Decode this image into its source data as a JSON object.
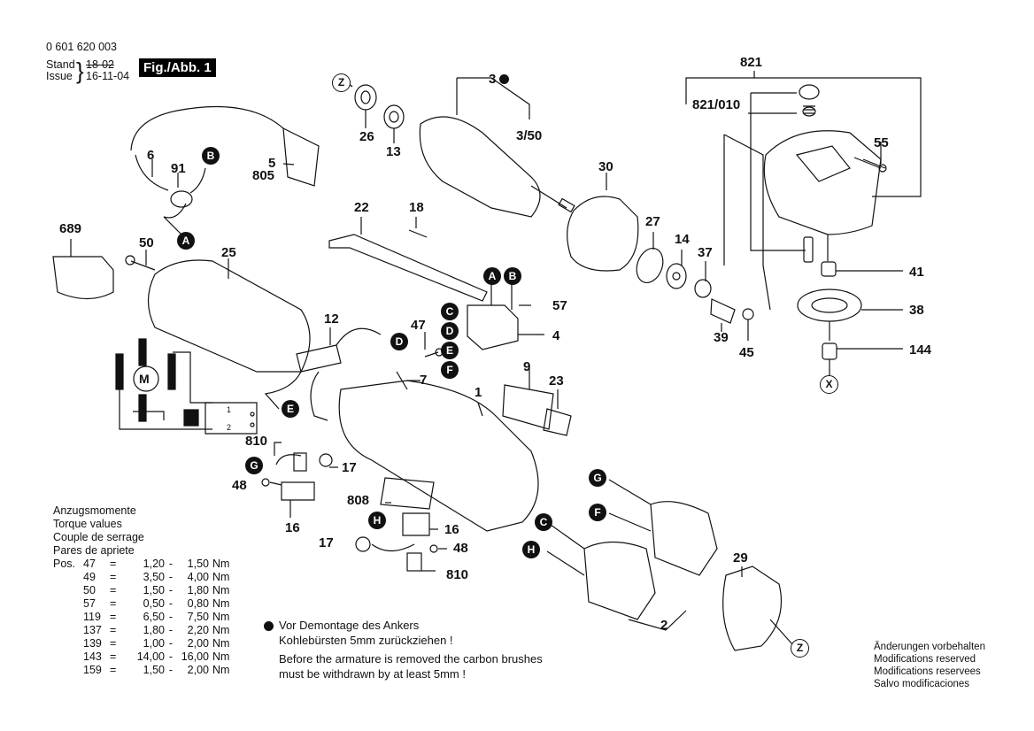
{
  "header": {
    "part_number": "0 601 620 003",
    "stand_label": "Stand",
    "issue_label": "Issue",
    "stand_value_struck": "18-02",
    "issue_value": "16-11-04",
    "figure_badge": "Fig./Abb. 1"
  },
  "part_labels": {
    "p821": "821",
    "p821_010": "821/010",
    "p55": "55",
    "p3": "3",
    "p3_50": "3/50",
    "p26": "26",
    "p13": "13",
    "p30": "30",
    "p27": "27",
    "p14": "14",
    "p37": "37",
    "p39": "39",
    "p45": "45",
    "p41": "41",
    "p38": "38",
    "p144": "144",
    "p6": "6",
    "p91": "91",
    "p5": "5",
    "p805": "805",
    "p689": "689",
    "p50": "50",
    "p25": "25",
    "p22": "22",
    "p18": "18",
    "p57": "57",
    "p4": "4",
    "p12": "12",
    "p47": "47",
    "p7": "7",
    "p9": "9",
    "p23": "23",
    "p1": "1",
    "p810a": "810",
    "p17a": "17",
    "p48a": "48",
    "p16a": "16",
    "p808": "808",
    "p17b": "17",
    "p16b": "16",
    "p48b": "48",
    "p810b": "810",
    "p2": "2",
    "p29": "29"
  },
  "callouts": {
    "A1": "A",
    "B1": "B",
    "A2": "A",
    "B2": "B",
    "C1": "C",
    "D1": "D",
    "E1": "E",
    "F1": "F",
    "D2": "D",
    "E2": "E",
    "G1": "G",
    "H1": "H",
    "G2": "G",
    "F2": "F",
    "C2": "C",
    "H2": "H",
    "Z1": "Z",
    "Z2": "Z",
    "X1": "X",
    "motor": "M",
    "switch1": "1",
    "switch2": "2"
  },
  "torque": {
    "headings": [
      "Anzugsmomente",
      "Torque values",
      "Couple de serrage",
      "Pares de apriete"
    ],
    "pos_label": "Pos.",
    "rows": [
      {
        "pos": "47",
        "eq": "=",
        "min": "1,20",
        "dash": "-",
        "max": "1,50",
        "unit": "Nm"
      },
      {
        "pos": "49",
        "eq": "=",
        "min": "3,50",
        "dash": "-",
        "max": "4,00",
        "unit": "Nm"
      },
      {
        "pos": "50",
        "eq": "=",
        "min": "1,50",
        "dash": "-",
        "max": "1,80",
        "unit": "Nm"
      },
      {
        "pos": "57",
        "eq": "=",
        "min": "0,50",
        "dash": "-",
        "max": "0,80",
        "unit": "Nm"
      },
      {
        "pos": "119",
        "eq": "=",
        "min": "6,50",
        "dash": "-",
        "max": "7,50",
        "unit": "Nm"
      },
      {
        "pos": "137",
        "eq": "=",
        "min": "1,80",
        "dash": "-",
        "max": "2,20",
        "unit": "Nm"
      },
      {
        "pos": "139",
        "eq": "=",
        "min": "1,00",
        "dash": "-",
        "max": "2,00",
        "unit": "Nm"
      },
      {
        "pos": "143",
        "eq": "=",
        "min": "14,00",
        "dash": "-",
        "max": "16,00",
        "unit": "Nm"
      },
      {
        "pos": "159",
        "eq": "=",
        "min": "1,50",
        "dash": "-",
        "max": "2,00",
        "unit": "Nm"
      }
    ]
  },
  "note": {
    "bullet_icon": "filled-circle",
    "de_line1": "Vor Demontage des Ankers",
    "de_line2": "Kohlebürsten 5mm zurückziehen !",
    "en_line1": "Before the armature is removed the carbon brushes",
    "en_line2": "must be withdrawn by at least 5mm !"
  },
  "disclaimer": [
    "Änderungen vorbehalten",
    "Modifications reserved",
    "Modifications reservees",
    "Salvo modificaciones"
  ]
}
